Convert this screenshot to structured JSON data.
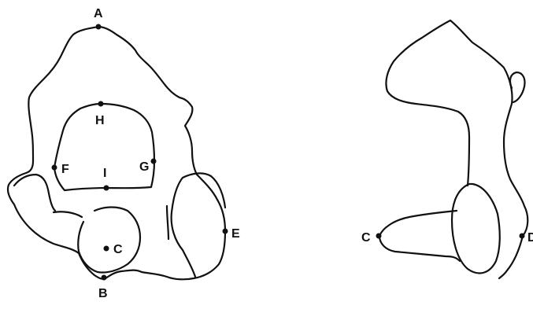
{
  "front_view": {
    "labels": {
      "a": "A",
      "b": "B",
      "c": "C",
      "e": "E",
      "f": "F",
      "g": "G",
      "h": "H",
      "i": "I"
    }
  },
  "side_view": {
    "labels": {
      "c": "C",
      "d": "D"
    }
  },
  "colors": {
    "ink": "#111111",
    "background": "#ffffff"
  }
}
